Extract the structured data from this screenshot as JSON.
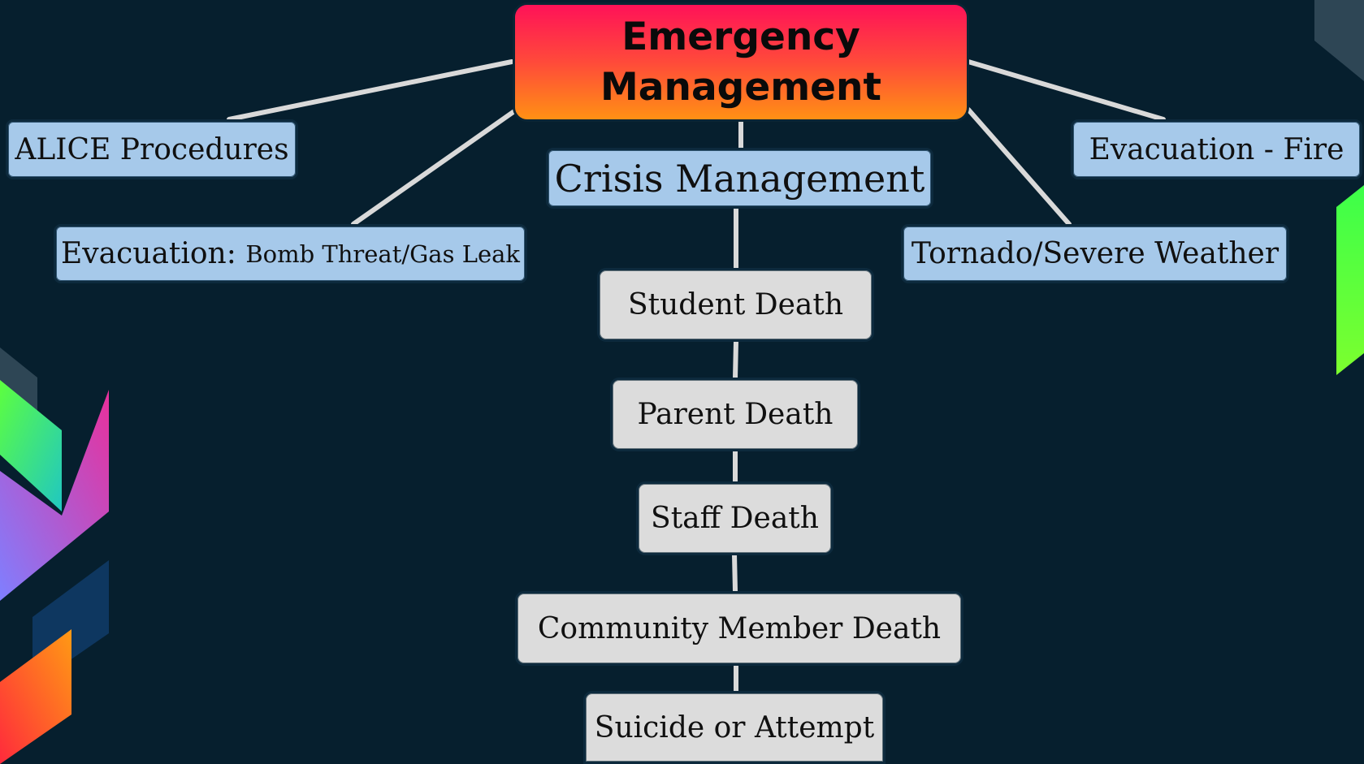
{
  "root": {
    "line1": "Emergency",
    "line2": "Management"
  },
  "branches": {
    "alice": "ALICE Procedures",
    "evac_bomb_lead": "Evacuation:",
    "evac_bomb_detail": "Bomb Threat/Gas Leak",
    "crisis": "Crisis Management",
    "evac_fire": "Evacuation - Fire",
    "tornado": "Tornado/Severe Weather"
  },
  "crisis_items": [
    "Student Death",
    "Parent Death",
    "Staff Death",
    "Community Member Death",
    "Suicide or Attempt"
  ],
  "colors": {
    "background": "#061f2e",
    "root_gradient": [
      "#ff1258",
      "#ff9014"
    ],
    "branch_box": "#a6c9ea",
    "item_box": "#dcdcdc",
    "connector": "#d9d9d9"
  }
}
